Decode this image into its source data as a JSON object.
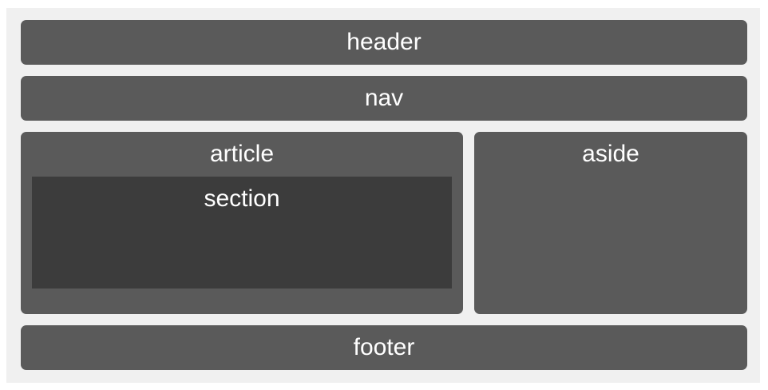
{
  "layout": {
    "header": "header",
    "nav": "nav",
    "article": "article",
    "section": "section",
    "aside": "aside",
    "footer": "footer"
  },
  "colors": {
    "page_background": "#f0f0f0",
    "block_background": "#5a5a5a",
    "section_background": "#3c3c3c",
    "text": "#ffffff"
  }
}
